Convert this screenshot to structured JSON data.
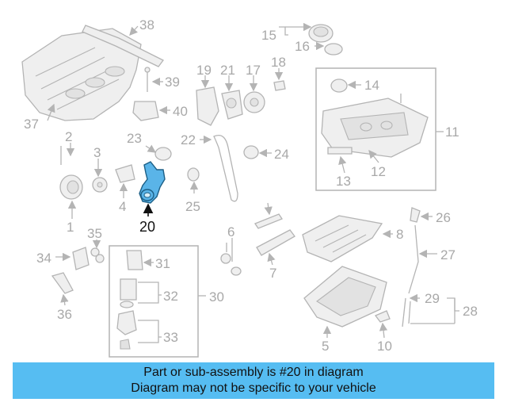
{
  "callouts": [
    "1",
    "2",
    "3",
    "4",
    "5",
    "6",
    "7",
    "8",
    "10",
    "11",
    "12",
    "13",
    "14",
    "15",
    "16",
    "17",
    "18",
    "19",
    "21",
    "22",
    "23",
    "24",
    "25",
    "26",
    "27",
    "28",
    "29",
    "30",
    "31",
    "32",
    "33",
    "34",
    "35",
    "36",
    "37",
    "38",
    "39",
    "40"
  ],
  "highlighted_callout": "20",
  "colors": {
    "highlight": "#5ab4e8",
    "banner": "#56bdf2",
    "line": "#b4b4b4"
  },
  "banner": {
    "line1": "Part or sub-assembly is #20 in diagram",
    "line2": "Diagram may not be specific to your vehicle"
  }
}
